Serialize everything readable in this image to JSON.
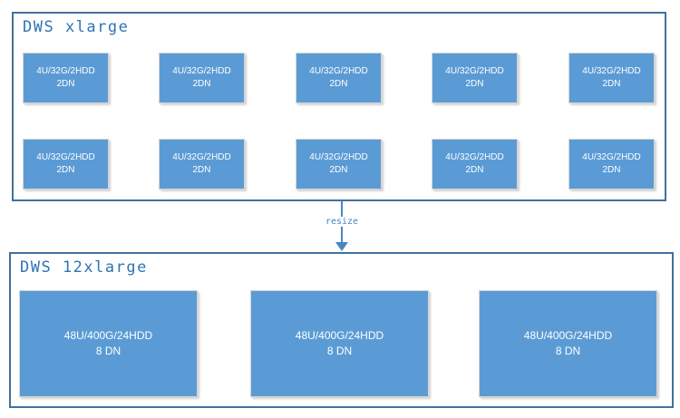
{
  "colors": {
    "node_fill": "#5b9bd5",
    "node_text": "#ffffff",
    "group_border": "#41719c",
    "title_text": "#2e74b5",
    "arrow": "#4a86c0",
    "page_bg": "#ffffff"
  },
  "groups": [
    {
      "title": "DWS xlarge",
      "nodes": [
        {
          "line1": "4U/32G/2HDD",
          "line2": "2DN"
        },
        {
          "line1": "4U/32G/2HDD",
          "line2": "2DN"
        },
        {
          "line1": "4U/32G/2HDD",
          "line2": "2DN"
        },
        {
          "line1": "4U/32G/2HDD",
          "line2": "2DN"
        },
        {
          "line1": "4U/32G/2HDD",
          "line2": "2DN"
        },
        {
          "line1": "4U/32G/2HDD",
          "line2": "2DN"
        },
        {
          "line1": "4U/32G/2HDD",
          "line2": "2DN"
        },
        {
          "line1": "4U/32G/2HDD",
          "line2": "2DN"
        },
        {
          "line1": "4U/32G/2HDD",
          "line2": "2DN"
        },
        {
          "line1": "4U/32G/2HDD",
          "line2": "2DN"
        }
      ]
    },
    {
      "title": "DWS 12xlarge",
      "nodes": [
        {
          "line1": "48U/400G/24HDD",
          "line2": "8 DN"
        },
        {
          "line1": "48U/400G/24HDD",
          "line2": "8 DN"
        },
        {
          "line1": "48U/400G/24HDD",
          "line2": "8 DN"
        }
      ]
    }
  ],
  "connector": {
    "label": "resize"
  }
}
